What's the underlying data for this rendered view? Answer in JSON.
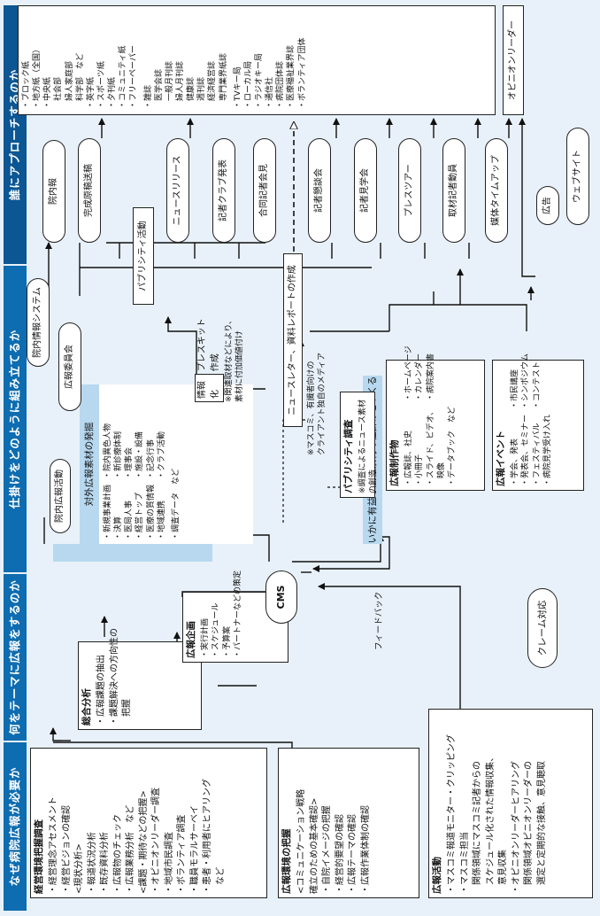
{
  "headers": {
    "why": "なぜ病院広報が必要か",
    "what": "何をテーマに広報をするのか",
    "how": "仕掛けをどのように組み立てるか",
    "who": "誰にアプローチするのか"
  },
  "keiei": {
    "title": "経営環境把握調査",
    "items": [
      "・経営理念アセスメント",
      "・経営ビジョンの確認",
      "<現状分析>",
      "・報道状況分析",
      "・既存資料分析",
      "・広報物のチェック",
      "・広報業務分析　など",
      "<課題・期待などの把握>",
      "・オピニオンリーダー調査",
      "・地域市民調査",
      "・ボランティア調査",
      "・職員モラルサーベイ",
      "・患者・利用者にヒアリング",
      "　など"
    ]
  },
  "kankyo": {
    "title": "広報環境の把握",
    "items": [
      "<コミュニケーション戦略",
      "確立のための基本確認>",
      "・自院イメージの把握",
      "・経営的要望の確認",
      "・広報テーマの確認",
      "・広報作業体制の確認"
    ]
  },
  "katsudo": {
    "title": "広報活動",
    "items": [
      "・マスコミ報道モニター・クリッピング",
      "・マスコミ担当",
      "　関係領域にマスコミ記者からの",
      "　スケジュール化された情報収集、",
      "　意見収集",
      "・オピニオンリーダーヒアリング",
      "　関係領域オピニオンリーダーの",
      "　選定と定期的な接触、意見聴取"
    ]
  },
  "sogo": {
    "title": "総合分析",
    "items": [
      "・広報課題の抽出",
      "・課題解決への方向性の",
      "　把握"
    ]
  },
  "kikaku": {
    "title": "広報企画",
    "items": [
      "・実行計画",
      "・スケジュール",
      "・予算案",
      "・パートナーなどの策定"
    ]
  },
  "cms": "CMS",
  "feedback": "フィードバック",
  "claim": "クレーム対応",
  "innai_katsudo": "院内広報活動",
  "taigai": {
    "band": "対外広報素材の発掘",
    "col1": [
      "・新規事業計画",
      "・決算",
      "・医局人事",
      "・経営トップ",
      "・医療の質情報",
      "・地域連携"
    ],
    "col2": [
      "・院内異色人物",
      "・新診療体制",
      "・理事会",
      "・施設・設備",
      "・記念行事",
      "・クラブ活動"
    ],
    "col3": [
      "・調査データ　など"
    ]
  },
  "ikani": "いかに有益な広報素材の仕掛けをつくるか",
  "newsletter": "ニュースレター、資料レポートの作成",
  "nl_note": [
    "※マスコミ、有識者向けの",
    "クライアント独自のメディア"
  ],
  "publicity": {
    "title": "パブリシティ調査",
    "note": "※調査によるニュース素材の創造"
  },
  "seisaku": {
    "title": "広報制作物",
    "col1": [
      "・広報誌、社史",
      "・小冊子",
      "・スライド、ビデオ、",
      "　映像",
      "・データブック　など"
    ],
    "col2": [
      "・ホームページ",
      "・カレンダー",
      "・病院案内書"
    ]
  },
  "event": {
    "title": "広報イベント",
    "col1": [
      "・学会、発表",
      "・発表会、セミナー",
      "・フェスティバル",
      "・病院見学受け入れ"
    ],
    "col2": [
      "・市民講座",
      "・シンポジウム",
      "・コンテスト"
    ]
  },
  "innai_sys": "院内情報システム",
  "iinkai": "広報委員会",
  "press": {
    "prefix": "情報化",
    "label": "プレスキット作成",
    "note": [
      "※関連取材などにより、",
      "素材に付加価値付け"
    ]
  },
  "pub_katsudo": "パブリシティ活動",
  "innaihou": "院内報",
  "methods": [
    "完成原稿送稿",
    "ニュースリリース",
    "記者クラブ発表",
    "合同記者会見",
    "記者懇談会",
    "記者見学会",
    "プレスツアー",
    "取材記者動員",
    "媒体タイムアップ"
  ],
  "kokoku": "広告",
  "website": "ウェブサイト",
  "opinion": "オピニオンリーダー",
  "media_left": [
    "・ブロック紙",
    "・地方紙（全国）",
    "・中央紙",
    "　社会部",
    "　婦人家庭部",
    "　科学部　など",
    "・英字紙",
    "・スポーツ紙",
    "・夕刊紙",
    "・コミュニティ紙",
    "・フリーペーパー"
  ],
  "media_mid": [
    "・雑誌",
    "　医学会誌",
    "　一般月刊誌",
    "　婦人月刊誌",
    "　健康誌",
    "　週刊誌",
    "　経済経営誌",
    "　専門業界紙誌"
  ],
  "media_right": [
    "・TVキー局",
    "・ローカル局",
    "・ラジオキー局",
    "・通信社",
    "・病院団体誌",
    "・医療福祉業界誌",
    "・ボランティア団体"
  ]
}
